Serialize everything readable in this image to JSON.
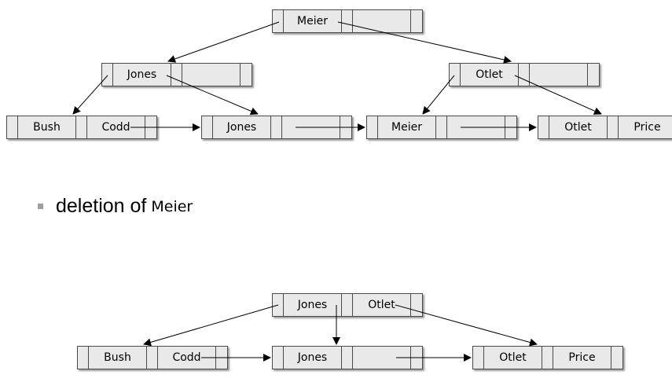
{
  "before": {
    "root": [
      "Meier",
      ""
    ],
    "inner_left": [
      "Jones",
      ""
    ],
    "inner_right": [
      "Otlet",
      ""
    ],
    "leaves": [
      [
        "Bush",
        "Codd"
      ],
      [
        "Jones",
        ""
      ],
      [
        "Meier",
        ""
      ],
      [
        "Otlet",
        "Price"
      ]
    ]
  },
  "caption": {
    "text": "deletion of",
    "key": "Meier"
  },
  "after": {
    "root": [
      "Jones",
      "Otlet"
    ],
    "leaves": [
      [
        "Bush",
        "Codd"
      ],
      [
        "Jones",
        ""
      ],
      [
        "Otlet",
        "Price"
      ]
    ]
  },
  "colors": {
    "node_fill": "#e9e9e9",
    "border": "#4a4a4a",
    "bullet": "#9e9e9e"
  }
}
